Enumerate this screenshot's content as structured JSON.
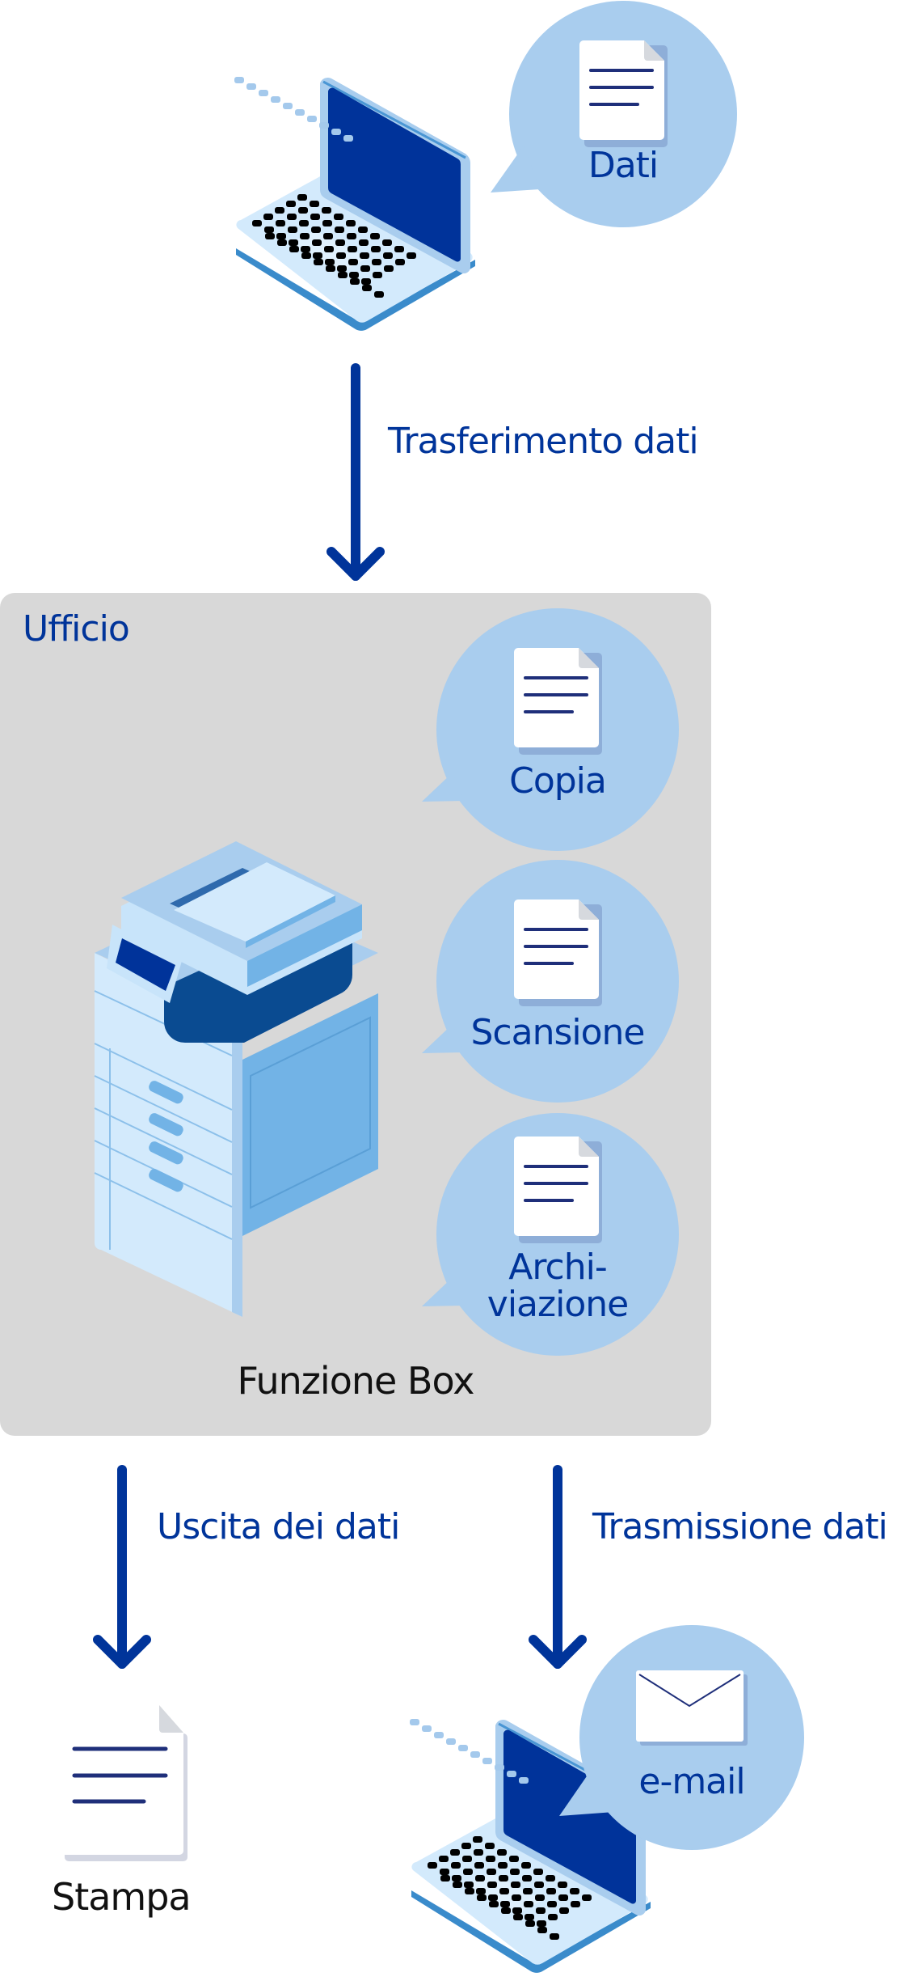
{
  "source": {
    "bubble_label": "Dati",
    "bubble_icon": "document-icon"
  },
  "flows": {
    "transfer_label": "Trasferimento dati",
    "output_label": "Uscita dei dati",
    "transmission_label": "Trasmissione dati"
  },
  "office": {
    "title": "Ufficio",
    "caption": "Funzione Box",
    "functions": [
      {
        "label": "Copia",
        "icon": "document-icon"
      },
      {
        "label": "Scansione",
        "icon": "document-icon"
      },
      {
        "label": "Archi-\nviazione",
        "label_line1": "Archi-",
        "label_line2": "viazione",
        "icon": "document-icon"
      }
    ]
  },
  "outputs": {
    "print": {
      "label": "Stampa",
      "icon": "document-icon"
    },
    "email": {
      "bubble_label": "e-mail",
      "icon": "envelope-icon"
    }
  },
  "colors": {
    "accent": "#00349a",
    "bubble": "#a9cdee",
    "box_background": "#d8d8d8",
    "screen": "#00339a",
    "doc_line": "#1f2f7a"
  }
}
